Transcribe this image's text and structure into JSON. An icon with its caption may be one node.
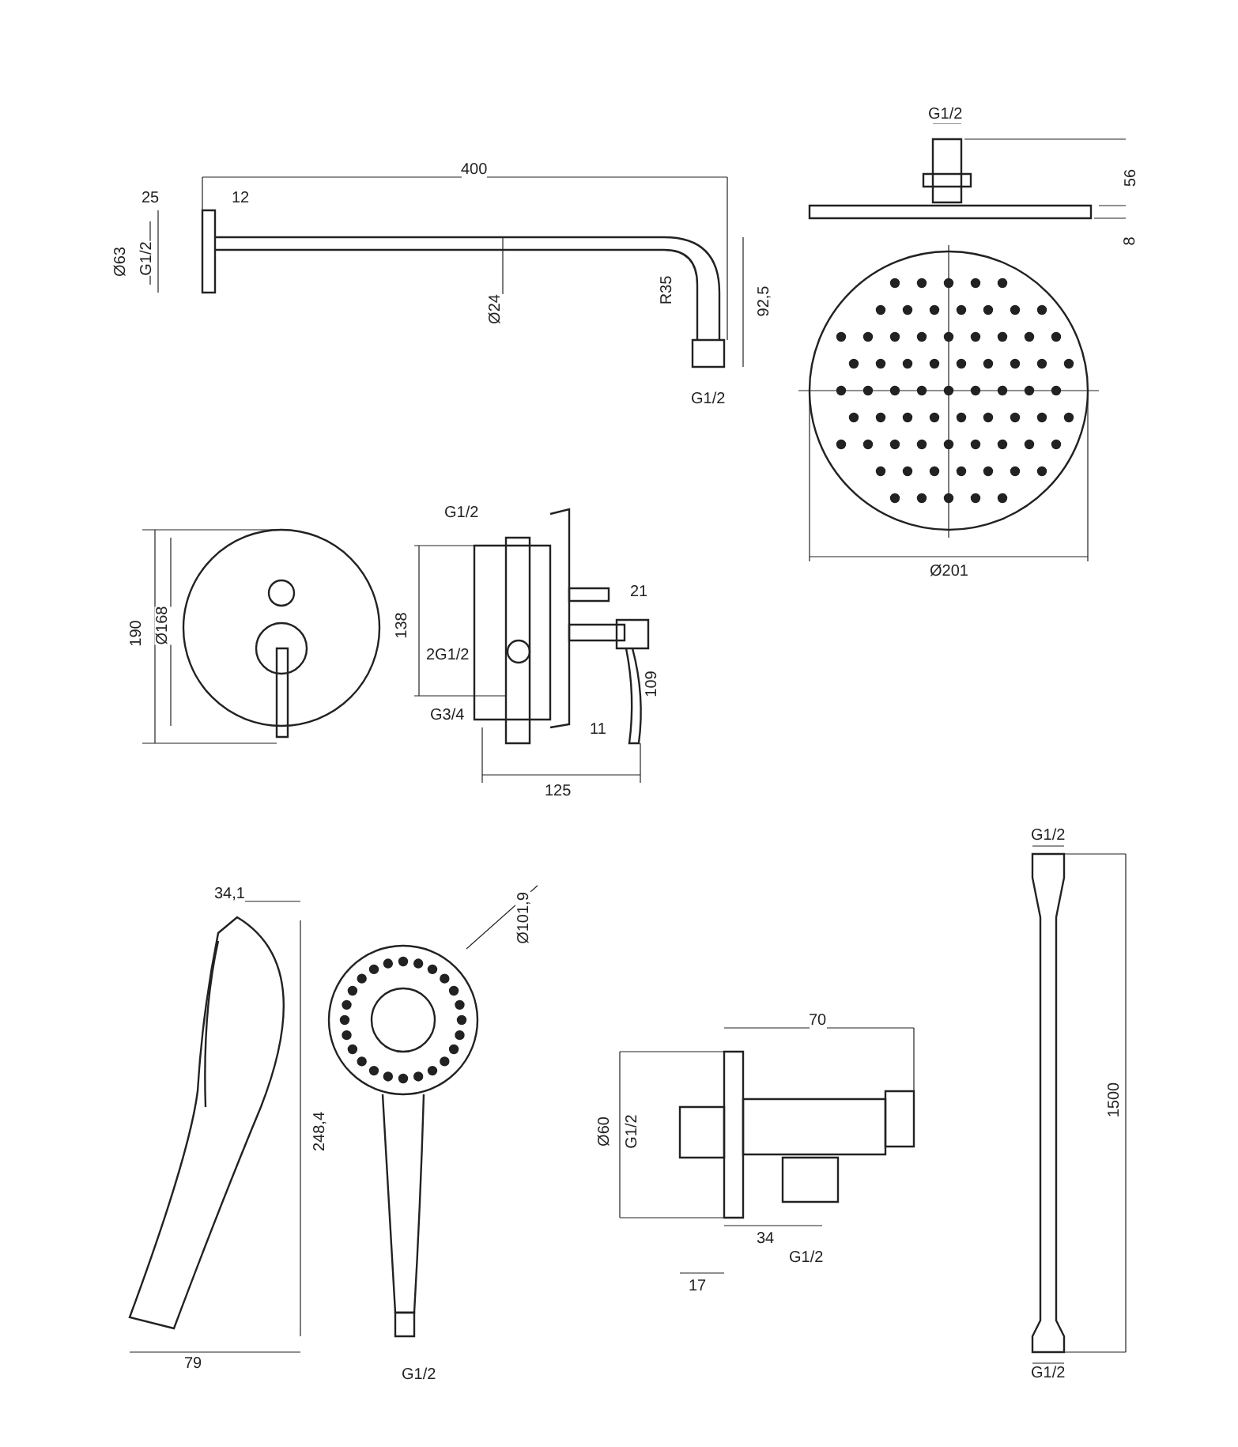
{
  "diagram": {
    "labels": [
      "400",
      "25",
      "12",
      "G1/2",
      "56",
      "Ø63",
      "G1/2",
      "8",
      "Ø24",
      "R35",
      "92,5",
      "G1/2",
      "G1/2",
      "190",
      "Ø168",
      "138",
      "21",
      "2G1/2",
      "109",
      "Ø201",
      "G3/4",
      "11",
      "125",
      "G1/2",
      "34,1",
      "Ø101,9",
      "70",
      "248,4",
      "Ø60",
      "G1/2",
      "1500",
      "34",
      "G1/2",
      "17",
      "79",
      "G1/2",
      "G1/2"
    ]
  }
}
